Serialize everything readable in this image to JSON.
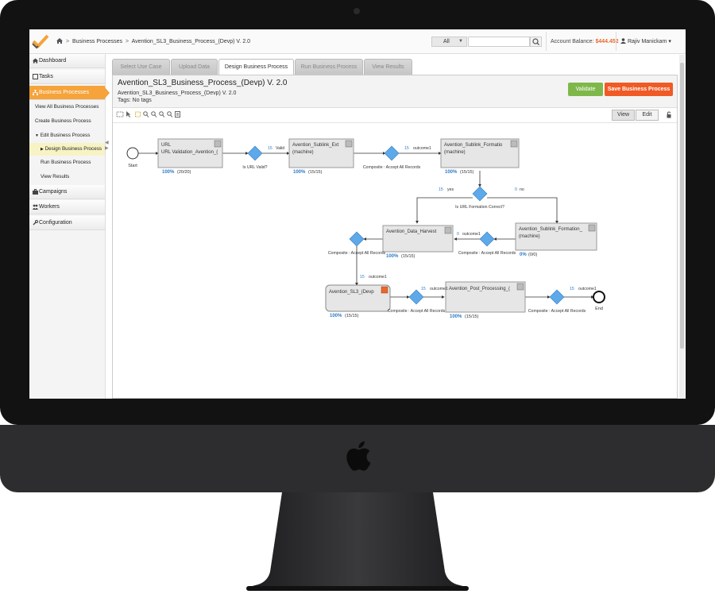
{
  "topbar": {
    "breadcrumb": [
      "Business Processes",
      "Avention_SL3_Business_Process_(Devp) V. 2.0"
    ],
    "search_scope": "All",
    "search_placeholder": "",
    "account_balance_label": "Account Balance:",
    "account_balance_value": "$444.452",
    "user_name": "Rajiv Manickam"
  },
  "sidebar": {
    "items": [
      {
        "label": "Dashboard"
      },
      {
        "label": "Tasks"
      },
      {
        "label": "Business Processes"
      }
    ],
    "sub_items": [
      {
        "label": "View All Business Processes"
      },
      {
        "label": "Create Business Process"
      },
      {
        "label": "Edit Business Process"
      },
      {
        "label": "Design Business Process"
      },
      {
        "label": "Run Business Process"
      },
      {
        "label": "View Results"
      }
    ],
    "bottom_items": [
      {
        "label": "Campaigns"
      },
      {
        "label": "Workers"
      },
      {
        "label": "Configuration"
      }
    ]
  },
  "tabs": [
    "Select Use Case",
    "Upload Data",
    "Design Business Process",
    "Run Business Process",
    "View Results"
  ],
  "header": {
    "title": "Avention_SL3_Business_Process_(Devp) V. 2.0",
    "subtitle": "Avention_SL3_Business_Process_(Devp) V. 2.0",
    "tags": "Tags: No tags",
    "validate_label": "Validate",
    "save_label": "Save Business Process"
  },
  "view_toggle": {
    "view": "View",
    "edit": "Edit"
  },
  "diagram": {
    "start": "Start",
    "end": "End",
    "nodes": [
      {
        "name": "URL Validation_Avention_(",
        "pct": "100%",
        "count": "(20/20)"
      },
      {
        "name": "Avention_Sublink_Ext (machine)",
        "pct": "100%",
        "count": "(15/15)"
      },
      {
        "name": "Avention_Sublink_Formatio (machine)",
        "pct": "100%",
        "count": "(15/15)"
      },
      {
        "name": "Avention_Sublink_Formation (machine)",
        "pct": "0%",
        "count": "(0/0)"
      },
      {
        "name": "Avention_Data_Harvest",
        "pct": "100%",
        "count": "(15/15)"
      },
      {
        "name": "Avention_SL3_(Devp",
        "pct": "100%",
        "count": "(15/15)"
      },
      {
        "name": "Avention_Post_Processing_(",
        "pct": "100%",
        "count": "(15/15)"
      }
    ],
    "gateways": [
      "Is URL Valid?",
      "Composite : Accept All Records",
      "Is URL Formation Correct?",
      "Composite : Accept All Records",
      "Composite : Accept All Records",
      "Composite : Accept All Records",
      "Composite : Accept All Records"
    ],
    "edges": [
      "15",
      "Valid",
      "15",
      "outcome1",
      "15",
      "yes",
      "0",
      "no",
      "0",
      "outcome1",
      "15",
      "outcome1",
      "15",
      "outcome1",
      "15",
      "outcome1"
    ]
  }
}
